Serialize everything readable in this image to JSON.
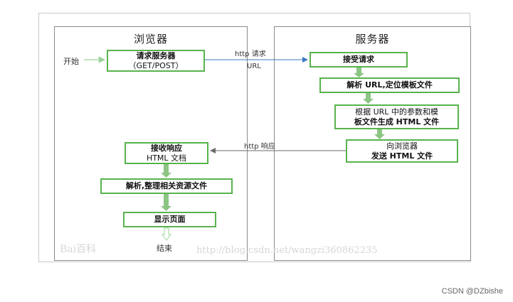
{
  "browser_panel": {
    "title": "浏览器"
  },
  "server_panel": {
    "title": "服务器"
  },
  "start_label": "开始",
  "end_label": "结束",
  "http_request_label": "http 请求",
  "url_label": "URL",
  "http_response_label": "http 响应",
  "boxes": {
    "request_server": {
      "line1": "请求服务器",
      "line2": "（GET/POST）"
    },
    "accept_request": {
      "line1": "接受请求"
    },
    "parse_url": {
      "line1": "解析 URL,定位模板文件"
    },
    "generate_html": {
      "line1": "根据 URL 中的参数和模",
      "line2": "板文件生成 HTML 文件"
    },
    "send_html": {
      "line1": "向浏览器",
      "line2": "发送 HTML 文件"
    },
    "receive_response": {
      "line1": "接收响应",
      "line2": "HTML 文档"
    },
    "parse_resources": {
      "line1": "解析,整理相关资源文件"
    },
    "show_page": {
      "line1": "显示页面"
    }
  },
  "watermark_left": "Bai百科",
  "watermark_url": "http://blog.csdn.net/wangzi360862235",
  "credit": "CSDN @DZbishe",
  "colors": {
    "box_border": "#58b34d",
    "arrow_green": "#8cc584",
    "arrow_gray": "#6a6a6a",
    "arrow_blue": "#3a78c2"
  }
}
